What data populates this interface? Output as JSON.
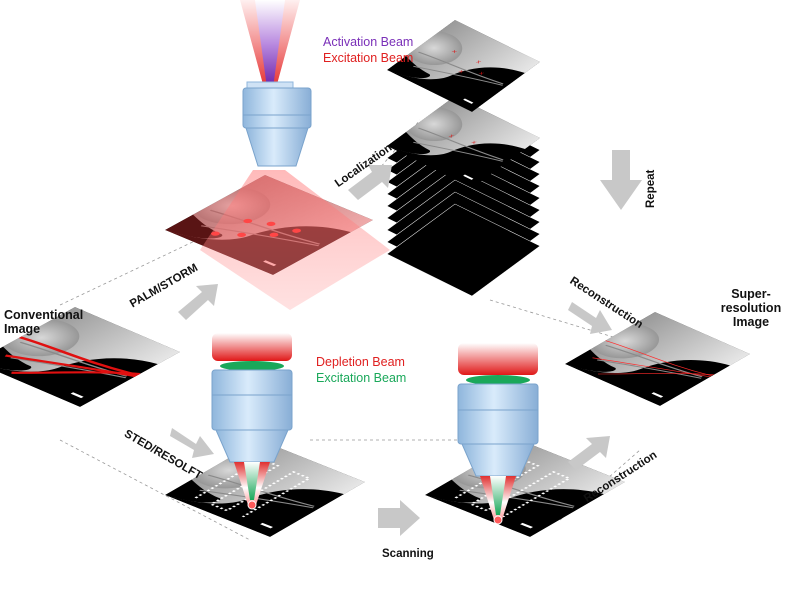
{
  "labels": {
    "activation_beam": "Activation Beam",
    "excitation_beam_top": "Excitation Beam",
    "depletion_beam": "Depletion Beam",
    "excitation_beam_mid": "Excitation Beam",
    "conventional_line1": "Conventional",
    "conventional_line2": "Image",
    "super_line1": "Super-",
    "super_line2": "resolution",
    "super_line3": "Image",
    "palm_storm": "PALM/STORM",
    "sted_resolft": "STED/RESOLFT",
    "localization": "Localization",
    "repeat": "Repeat",
    "reconstruction_top": "Reconstruction",
    "reconstruction_bottom": "Reconstruction",
    "scanning": "Scanning"
  },
  "colors": {
    "activation": "#7a2fb8",
    "excitation_red": "#e02020",
    "excitation_green": "#1aa85a",
    "lens_blue": "#b8d4ee",
    "arrow_gray": "#c8c8c8",
    "sample_black": "#000000",
    "sample_gray": "#b0b0b0"
  },
  "icons": {
    "objective": "microscope-objective-icon",
    "arrow": "block-arrow-icon"
  }
}
